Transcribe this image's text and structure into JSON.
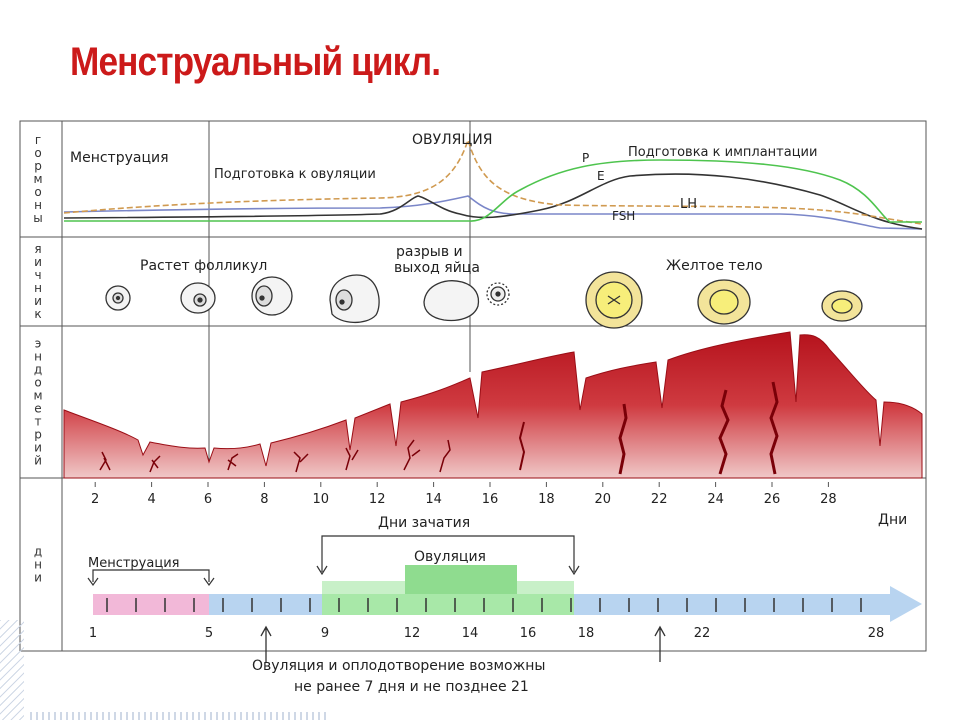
{
  "title": "Менструальный цикл.",
  "sections": {
    "hormones": "Гормоны",
    "ovary": "Яичник",
    "endometrium": "Эндометрий",
    "days": "Дни"
  },
  "hormones": {
    "menstruation": "Менструация",
    "prep_ovulation": "Подготовка к овуляции",
    "ovulation": "ОВУЛЯЦИЯ",
    "prep_implantation": "Подготовка к имплантации",
    "p": "P",
    "e": "E",
    "lh": "LH",
    "fsh": "FSH"
  },
  "ovary": {
    "follicle": "Растет фолликул",
    "rupture_line1": "разрыв и",
    "rupture_line2": "выход яйца",
    "corpus_luteum": "Желтое тело"
  },
  "day_ticks": [
    "2",
    "4",
    "6",
    "8",
    "10",
    "12",
    "14",
    "16",
    "18",
    "20",
    "22",
    "24",
    "26",
    "28"
  ],
  "days_unit": "Дни",
  "conception_days": "Дни зачатия",
  "menstruation_label": "Менструация",
  "ovulation_label": "Овуляция",
  "bar_ticks": [
    "1",
    "5",
    "9",
    "12",
    "14",
    "16",
    "18",
    "22",
    "28"
  ],
  "footer_line1": "Овуляция и оплодотворение возможны",
  "footer_line2": "не ранее 7 дня и не позднее 21",
  "colors": {
    "title": "#cc1a1a",
    "endometrium": "#c01822",
    "menstruation_bar": "#f2b8d8",
    "fertile_bar": "#c8f0c8",
    "ovulation_bar": "#8fdc8f",
    "days_bar": "#b8d4f0"
  }
}
